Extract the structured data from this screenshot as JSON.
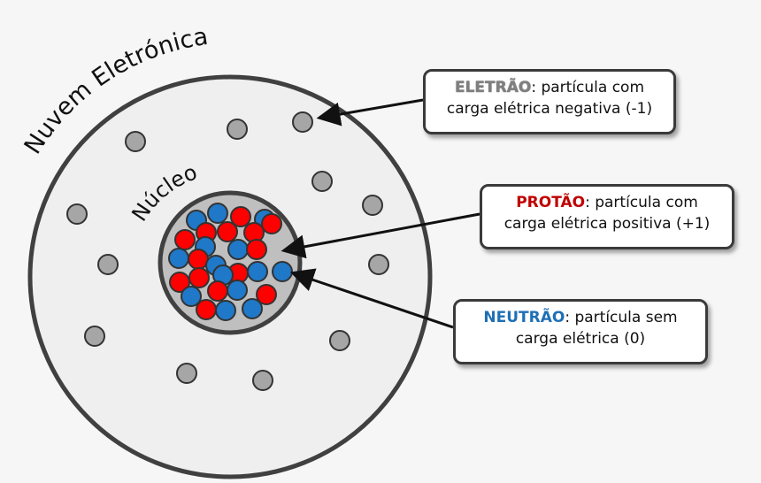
{
  "labels": {
    "cloud": "Nuvem Eletrónica",
    "nucleus": "Núcleo"
  },
  "callouts": {
    "electron": {
      "keyword": "ELETRÃO",
      "line1_rest": ": partícula com",
      "line2": "carga elétrica negativa (-1)"
    },
    "proton": {
      "keyword": "PROTÃO",
      "line1_rest": ": partícula com",
      "line2": "carga elétrica positiva (+1)"
    },
    "neutron": {
      "keyword": "NEUTRÃO",
      "line1_rest": ": partícula sem",
      "line2": "carga elétrica (0)"
    }
  },
  "colors": {
    "electron": "#a6a6a6",
    "proton": "#ff0000",
    "neutron": "#1f78c8",
    "cloud_fill": "#efefef",
    "nucleus_fill": "#bfbfbf",
    "outline": "#404040"
  }
}
